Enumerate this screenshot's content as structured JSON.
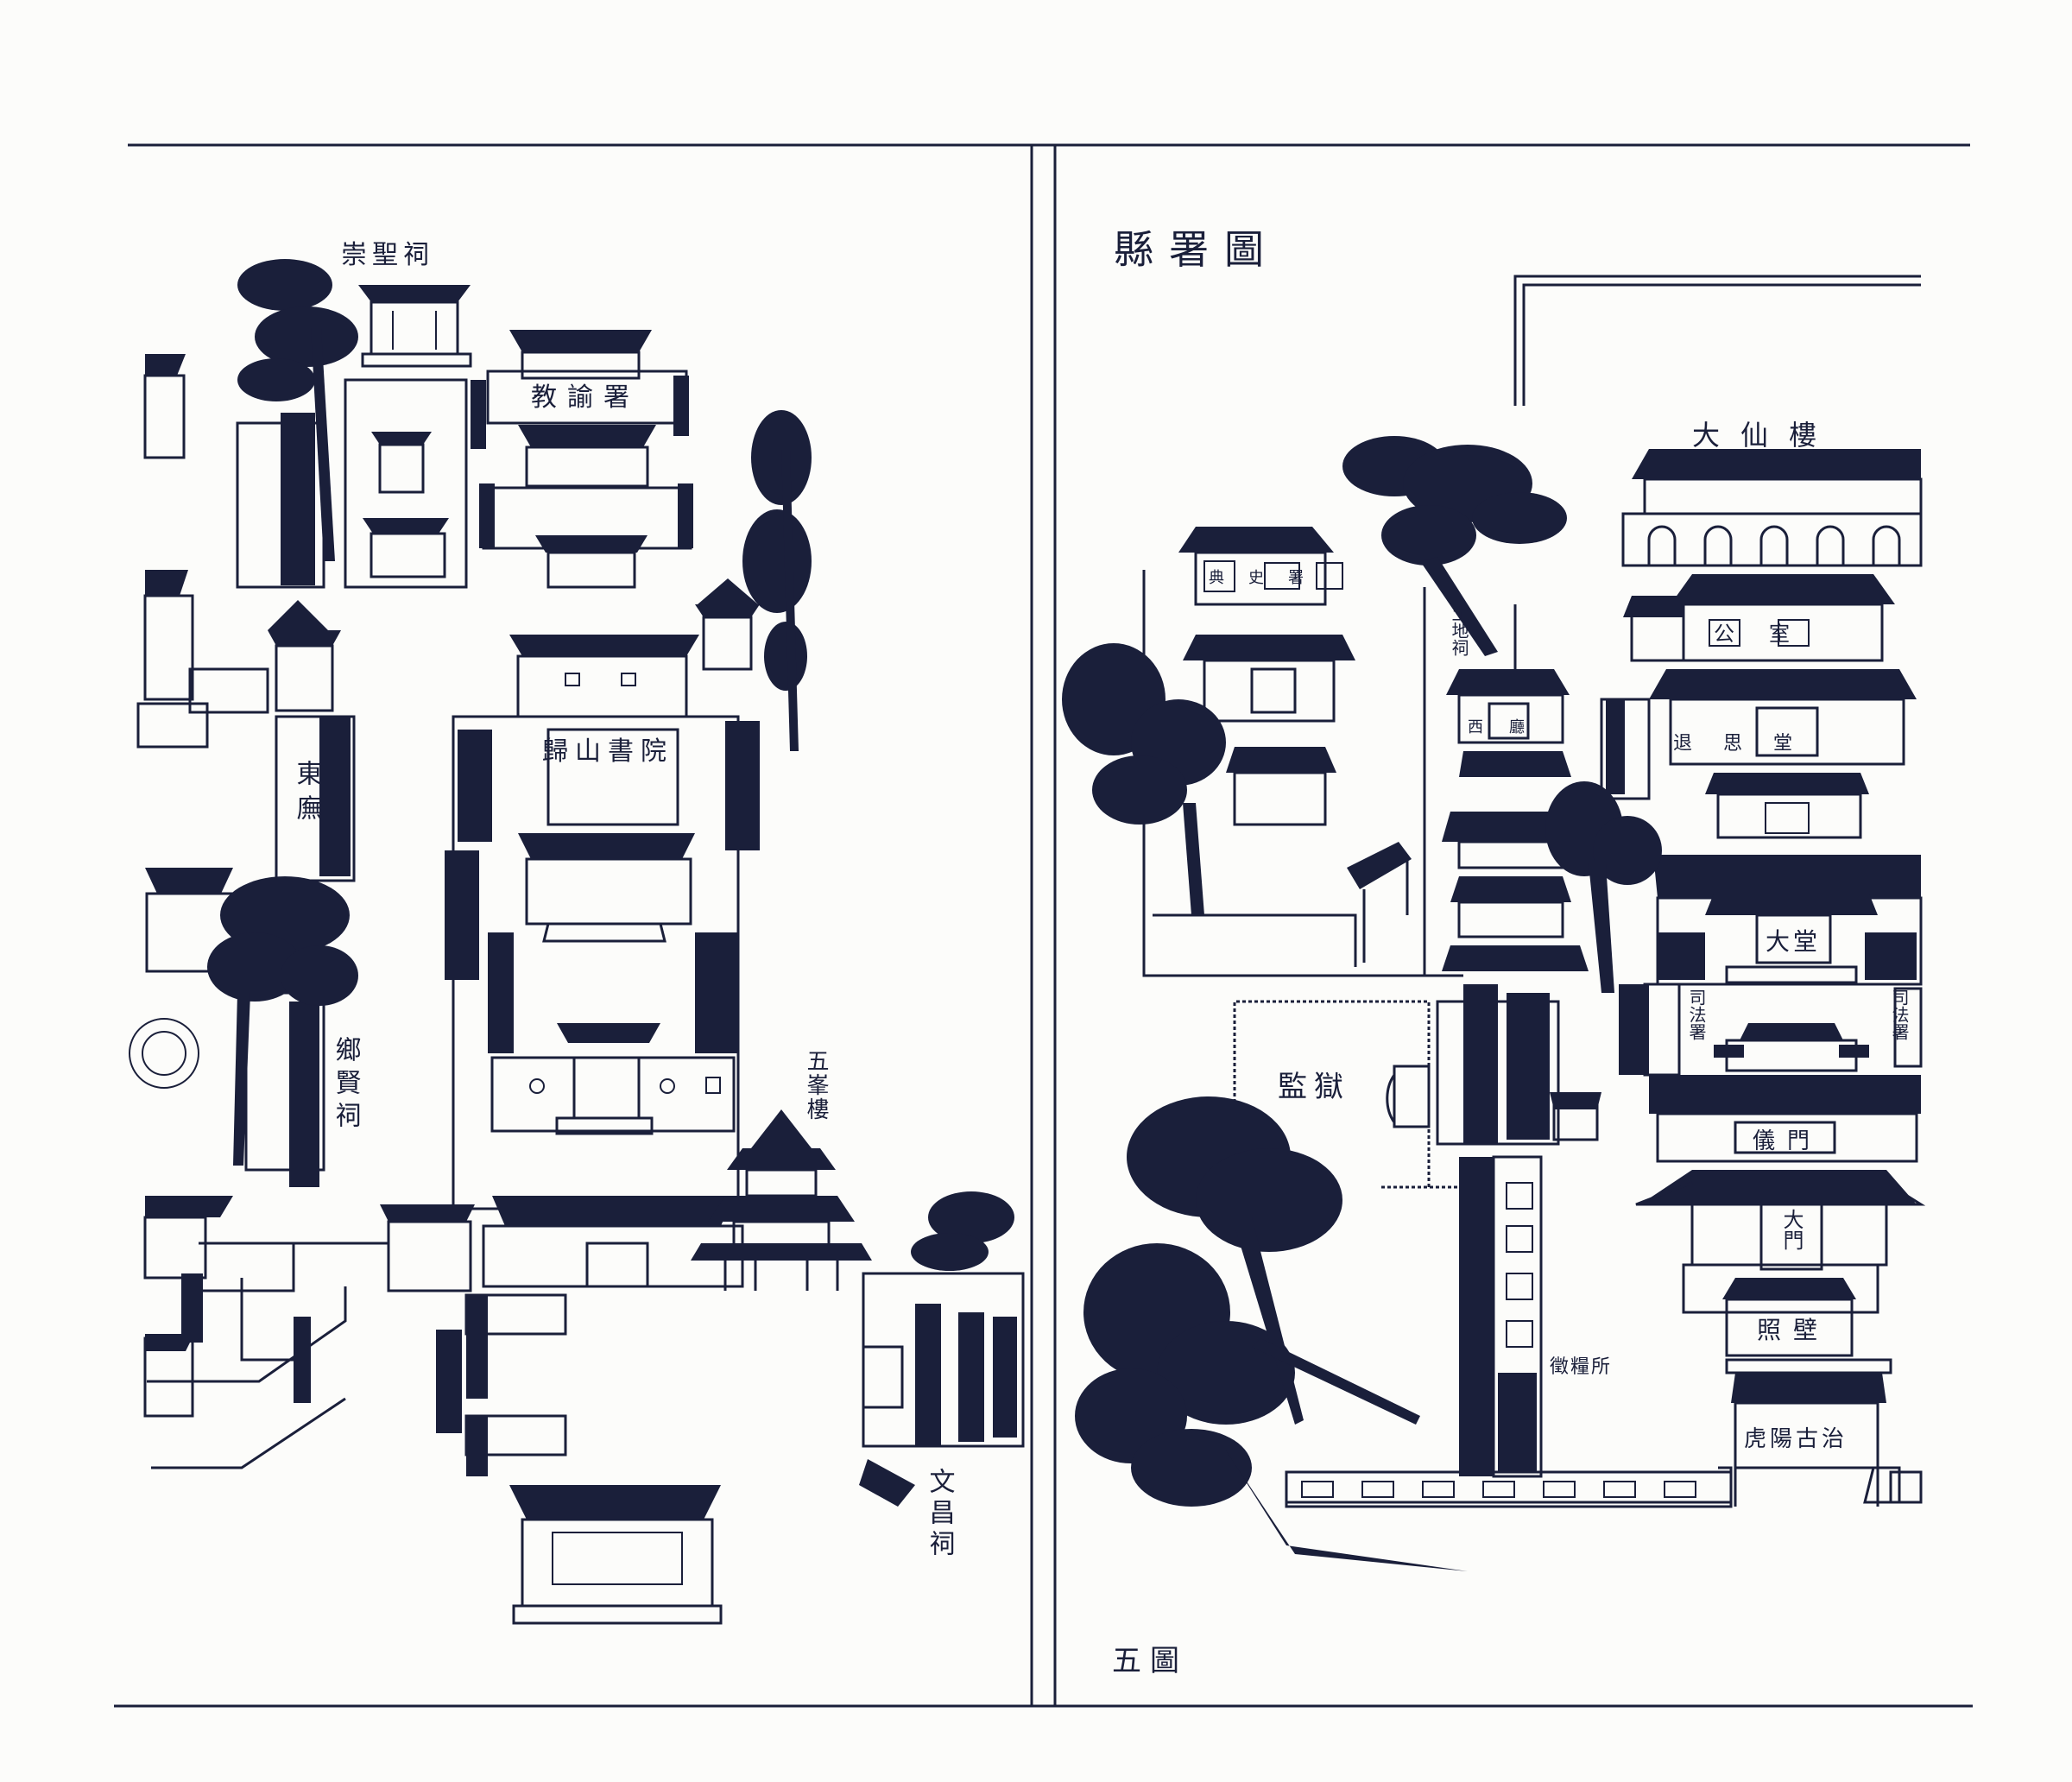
{
  "page": {
    "background": "#fcfcfa",
    "ink": "#1a1f3a"
  },
  "right_panel": {
    "title": "縣署圖",
    "page_marker": "五圖",
    "labels": {
      "daxianlou": "大仙樓",
      "jianyu": "監獄",
      "yimen": "儀門",
      "damen": "大門",
      "zhaobi": "照壁",
      "gate_plaque": "虎陽古治",
      "zhengfasuo": "徵糧所",
      "datang": "大堂",
      "houtang": "退思堂",
      "gongshi": "公室",
      "tudi": "土地祠",
      "sifa_left": "司法署",
      "sifa_right": "司法署",
      "left_house": "典史署",
      "center_house": "西廳"
    }
  },
  "left_panel": {
    "labels": {
      "chongsheng": "崇聖祠",
      "jiaoyushu": "教諭署",
      "academy": "歸山書院",
      "dongwu": "東廡",
      "xiangxian": "鄉賢祠",
      "wuxinglou": "五峯樓",
      "wenchang": "文昌祠"
    }
  }
}
